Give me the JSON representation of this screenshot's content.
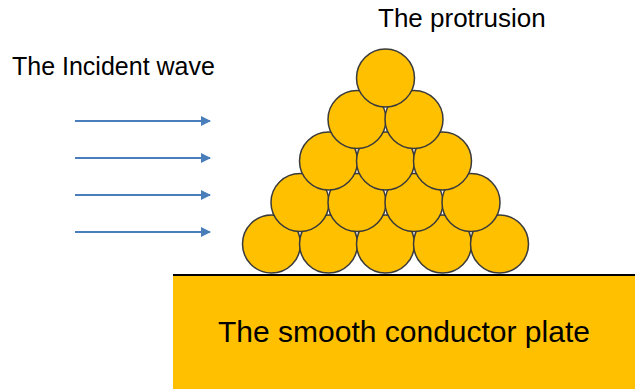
{
  "diagram": {
    "nodes": [
      {
        "text": [
          "The smooth conductor plate"
        ]
      }
    ],
    "labels": [
      "The Incident wave",
      "The protrusion"
    ]
  }
}
